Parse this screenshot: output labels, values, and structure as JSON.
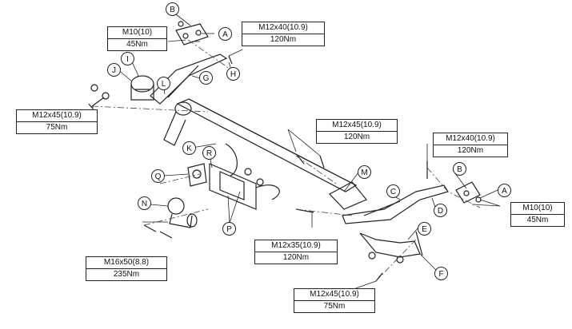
{
  "specs": {
    "s1": {
      "bolt": "M10(10)",
      "torque": "45Nm"
    },
    "s2": {
      "bolt": "M12x40(10.9)",
      "torque": "120Nm"
    },
    "s3": {
      "bolt": "M12x45(10.9)",
      "torque": "75Nm"
    },
    "s4": {
      "bolt": "M12x45(10.9)",
      "torque": "120Nm"
    },
    "s5": {
      "bolt": "M12x40(10.9)",
      "torque": "120Nm"
    },
    "s6": {
      "bolt": "M10(10)",
      "torque": "45Nm"
    },
    "s7": {
      "bolt": "M12x35(10.9)",
      "torque": "120Nm"
    },
    "s8": {
      "bolt": "M16x50(8.8)",
      "torque": "235Nm"
    },
    "s9": {
      "bolt": "M12x45(10.9)",
      "torque": "75Nm"
    }
  },
  "callouts": {
    "b1": "B",
    "a1": "A",
    "h": "H",
    "i": "I",
    "j": "J",
    "l": "L",
    "g": "G",
    "k": "K",
    "r": "R",
    "q": "Q",
    "n": "N",
    "p": "P",
    "m": "M",
    "c": "C",
    "d": "D",
    "b2": "B",
    "a2": "A",
    "e": "E",
    "f": "F"
  },
  "colors": {
    "line": "#222222",
    "background": "#ffffff"
  }
}
